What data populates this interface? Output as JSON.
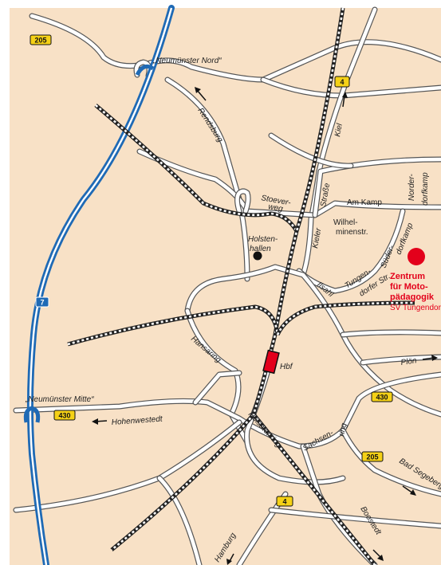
{
  "colors": {
    "land": "#f8e1c6",
    "margin": "#ffffff",
    "motorway": "#1f6ab5",
    "shield_yellow": "#f5d116",
    "poi": "#e3001b",
    "station": "#e3001b"
  },
  "shields": {
    "b205_north": "205",
    "b4_north": "4",
    "a7": "7",
    "b430_west": "430",
    "b430_east": "430",
    "b205_south": "205",
    "b4_south": "4"
  },
  "places": {
    "neumuenster_nord": "„Neumünster Nord“",
    "neumuenster_mitte": "„Neumünster Mitte“",
    "rendsburg": "Rendsburg",
    "kiel": "Kiel",
    "hohenwestedt": "Hohenwestedt",
    "ploen": "Plön",
    "bad_segeberg": "Bad Segeberg",
    "hamburg": "Hamburg"
  },
  "streets": {
    "stoeverweg_1": "Stoever-",
    "stoeverweg_2": "weg",
    "am_kamp": "Am Kamp",
    "kieler_strasse_1": "Kieler",
    "kieler_strasse_2": "Straße",
    "wilhelminenstr_1": "Wilhel-",
    "wilhelminenstr_2": "minenstr.",
    "norderdorfkamp_1": "Norder-",
    "norderdorfkamp_2": "dorfkamp",
    "suederdorfkamp_1": "Süder-",
    "suederdorfkamp_2": "dorfkamp",
    "tungendorfer_1": "Tungen-",
    "tungendorfer_2": "dorfer Str.",
    "ilsahl": "Ilsahl",
    "hansaring": "Hansaring",
    "holsatenring": "Holsatenring",
    "sachsenring_1": "Sachsen-",
    "sachsenring_2": "ring",
    "boostedt": "Boostedt"
  },
  "pois": {
    "holstenhallen_1": "Holsten-",
    "holstenhallen_2": "hallen",
    "hbf": "Hbf",
    "zentrum_1": "Zentrum",
    "zentrum_2": "für Moto-",
    "zentrum_3": "pädagogik",
    "sv_tungendorf": "SV Tungendorf"
  }
}
